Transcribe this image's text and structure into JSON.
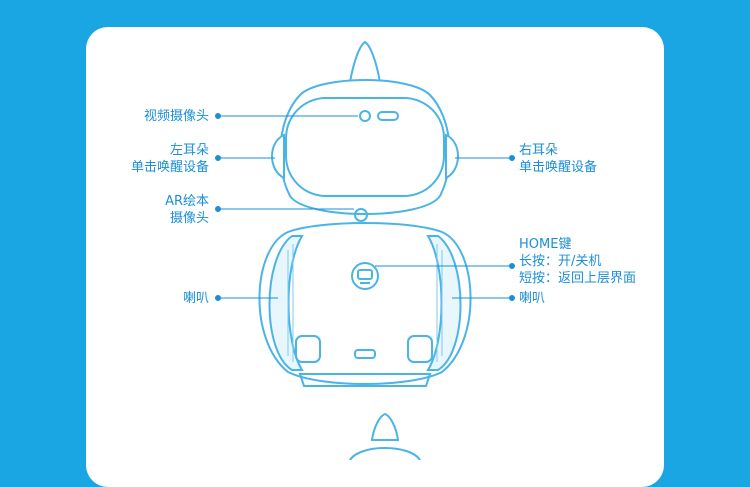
{
  "colors": {
    "background": "#1aa6e3",
    "panel": "#ffffff",
    "line": "#1b8fd6",
    "robot_stroke": "#4bb4e6"
  },
  "labels": {
    "camera": "视频摄像头",
    "left_ear_title": "左耳朵",
    "left_ear_desc": "单击唤醒设备",
    "right_ear_title": "右耳朵",
    "right_ear_desc": "单击唤醒设备",
    "ar_title": "AR绘本",
    "ar_desc": "摄像头",
    "home_title": "HOME键",
    "home_long": "长按：开/关机",
    "home_short": "短按：返回上层界面",
    "speaker_left": "喇叭",
    "speaker_right": "喇叭"
  }
}
